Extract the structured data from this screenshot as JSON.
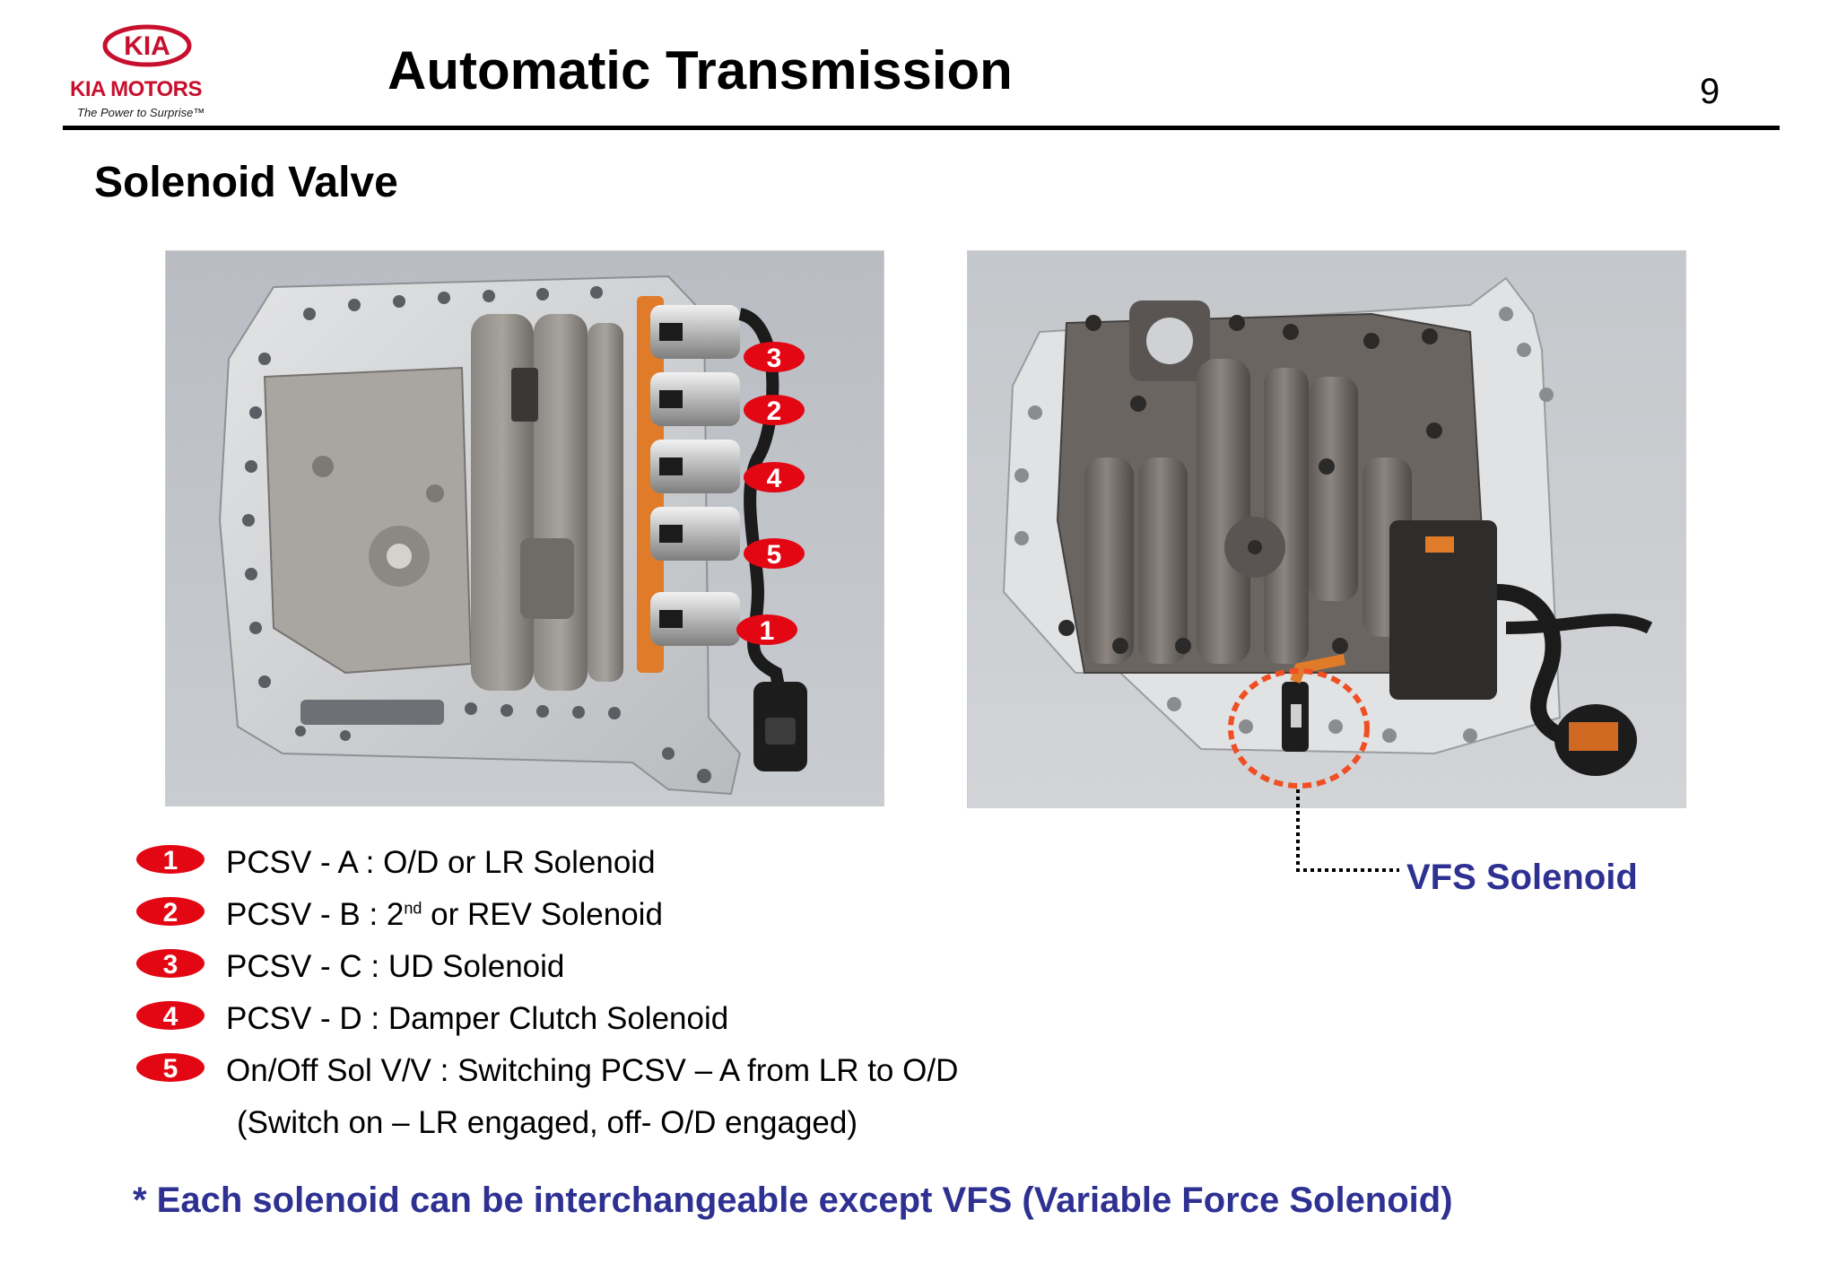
{
  "logo": {
    "emblem_text": "KIA",
    "brand": "KIA MOTORS",
    "tagline": "The Power to Surprise™"
  },
  "header": {
    "title": "Automatic Transmission",
    "page_number": "9"
  },
  "section": {
    "title": "Solenoid Valve"
  },
  "photos": {
    "left_markers": [
      "3",
      "2",
      "4",
      "5",
      "1"
    ],
    "right_callout": "VFS Solenoid"
  },
  "legend": {
    "items": [
      {
        "number": "1",
        "text": "PCSV - A : O/D or LR Solenoid"
      },
      {
        "number": "2",
        "text_before": "PCSV - B : 2",
        "superscript": "nd",
        "text_after": " or REV Solenoid"
      },
      {
        "number": "3",
        "text": "PCSV - C : UD Solenoid"
      },
      {
        "number": "4",
        "text": "PCSV - D : Damper Clutch Solenoid"
      },
      {
        "number": "5",
        "text": "On/Off Sol V/V : Switching PCSV – A from LR to O/D"
      }
    ],
    "note": "(Switch on – LR engaged, off- O/D engaged)"
  },
  "footnote": "* Each solenoid can be interchangeable except VFS (Variable Force Solenoid)",
  "colors": {
    "kia_red": "#c8102e",
    "badge_red": "#e30613",
    "accent_blue": "#2e3192",
    "dotted_orange": "#f04e23"
  }
}
